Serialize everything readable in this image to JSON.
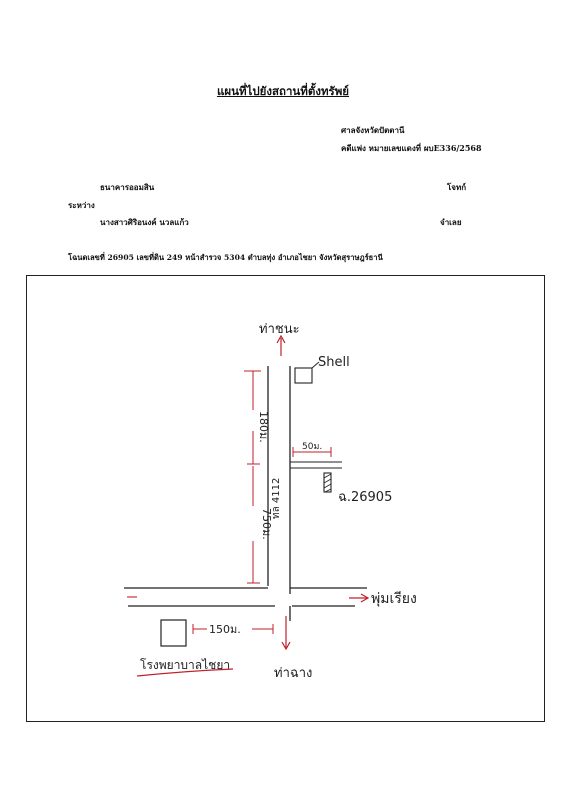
{
  "header": {
    "title": "แผนที่ไปยังสถานที่ตั้งทรัพย์",
    "court": "ศาลจังหวัดปัตตานี",
    "case_no": "คดีแพ่ง หมายเลขแดงที่ ผบE336/2568"
  },
  "parties": {
    "plaintiff": "ธนาคารออมสิน",
    "plaintiff_role": "โจทก์",
    "between": "ระหว่าง",
    "defendant": "นางสาวศิริอนงค์ นวลแก้ว",
    "defendant_role": "จำเลย"
  },
  "deed_line": "โฉนดเลขที่ 26905 เลขที่ดิน 249 หน้าสำรวจ 5304 ตำบลทุ่ง อำเภอไชยา จังหวัดสุราษฎร์ธานี",
  "map": {
    "north_label": "ท่าชนะ",
    "shell_label": "Shell",
    "dist_180": "180ม.",
    "dist_750": "750ม.",
    "road_label": "ทล 4112",
    "dist_50": "50ม.",
    "parcel_label": "ฉ.26905",
    "east_label": "พุ่มเรียง",
    "dist_150": "150ม.",
    "hospital_label": "โรงพยาบาลไชยา",
    "south_label": "ท่าฉาง",
    "colors": {
      "arrow": "#c0202a",
      "ink": "#222222"
    }
  }
}
